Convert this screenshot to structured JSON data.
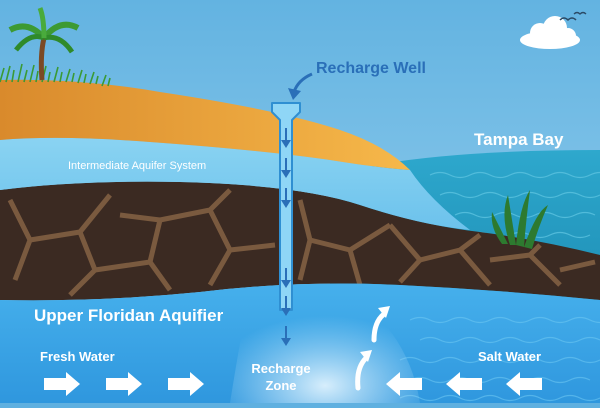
{
  "labels": {
    "recharge_well": "Recharge Well",
    "tampa_bay": "Tampa Bay",
    "intermediate_aquifer": "Intermediate Aquifer System",
    "upper_floridan": "Upper Floridan Aquifier",
    "fresh_water": "Fresh Water",
    "salt_water": "Salt Water",
    "recharge_zone_line1": "Recharge",
    "recharge_zone_line2": "Zone"
  },
  "colors": {
    "sky": "#5fb0e0",
    "sand": "#f2a93b",
    "intermediate_aquifer": "#8fd3f2",
    "rock_dark": "#3b2a22",
    "rock_light": "#7a5a3f",
    "bay_water": "#2a9fc4",
    "upper_aquifer": "#3aa2e6",
    "accent_blue": "#2a6fb8"
  }
}
